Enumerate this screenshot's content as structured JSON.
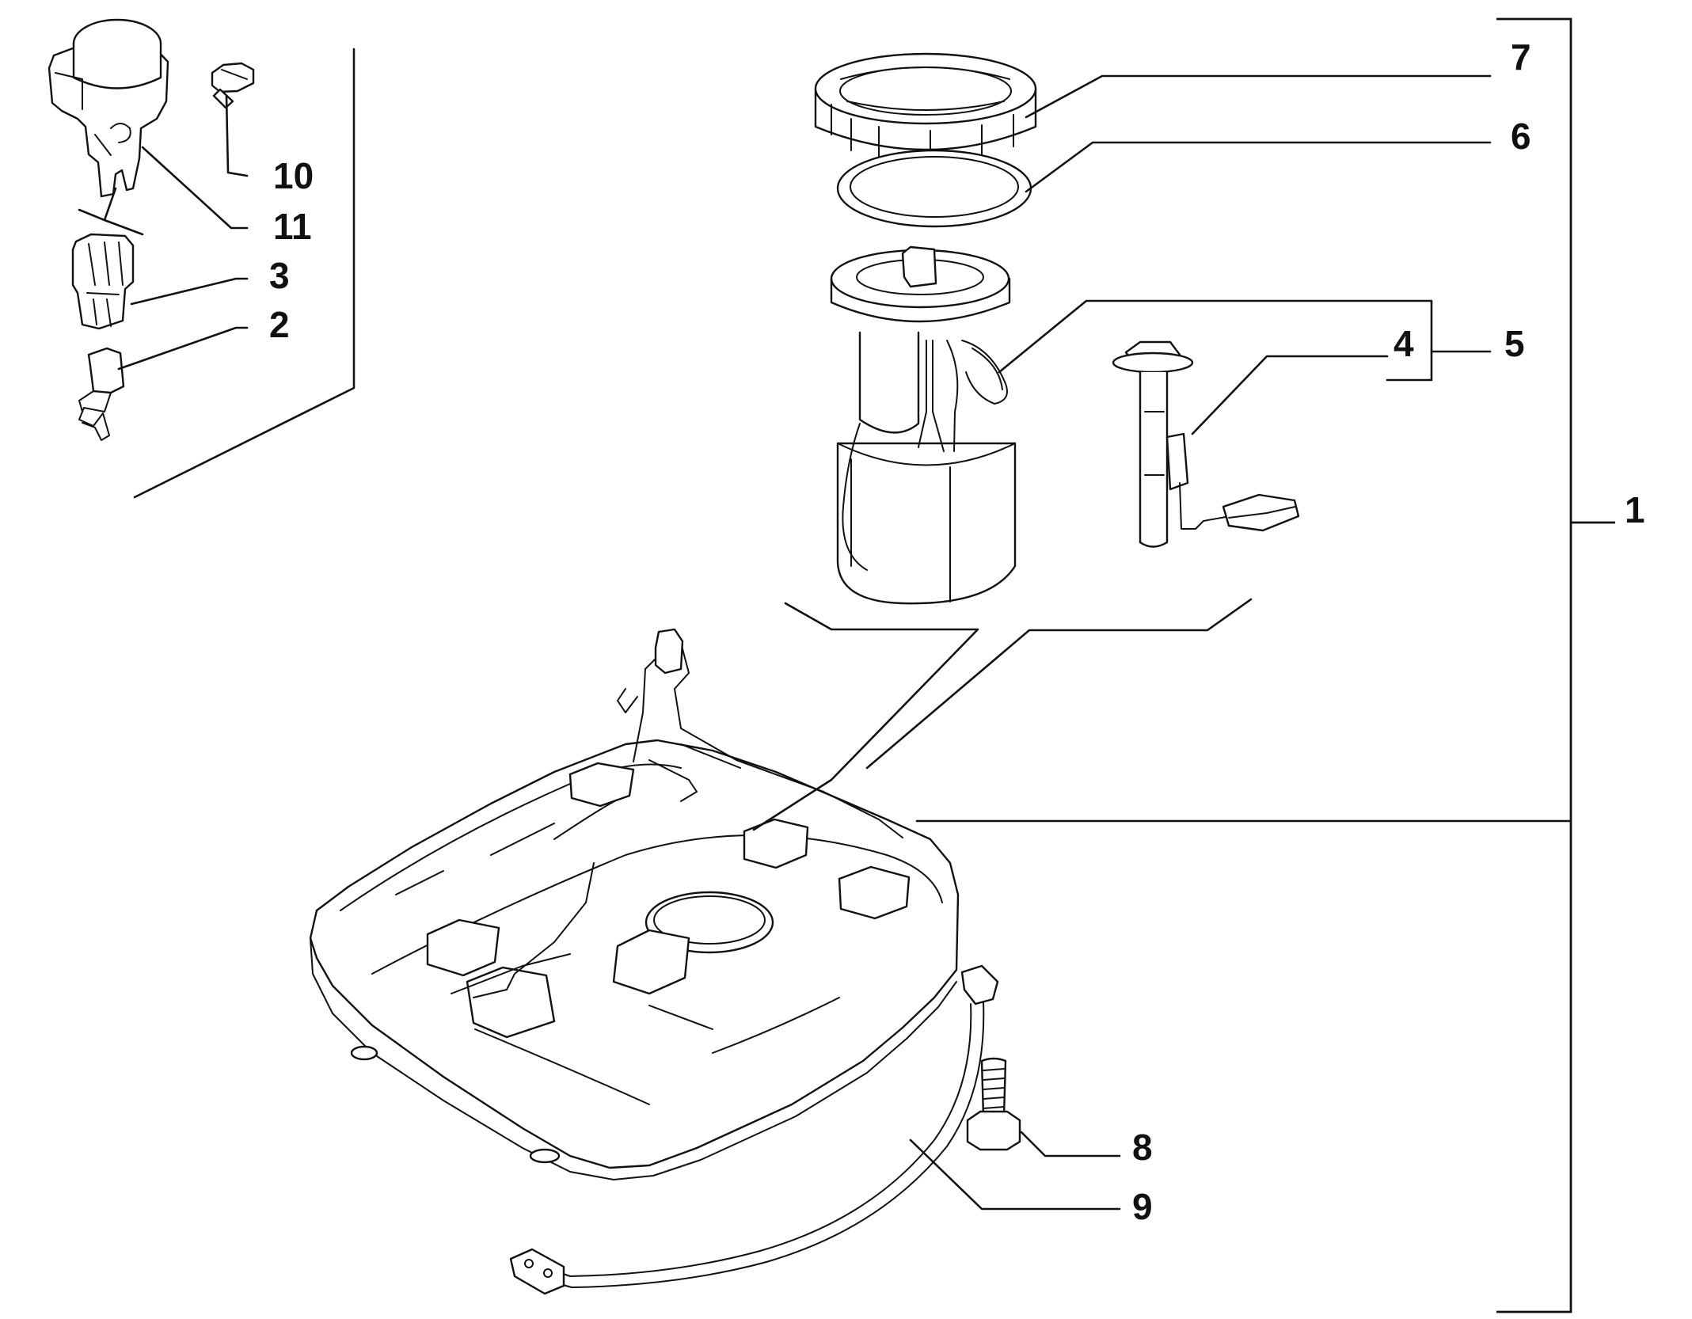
{
  "colors": {
    "line": "#111111",
    "background": "#ffffff"
  },
  "callouts": {
    "c1": "1",
    "c2": "2",
    "c3": "3",
    "c4": "4",
    "c5": "5",
    "c6": "6",
    "c7": "7",
    "c8": "8",
    "c9": "9",
    "c10": "10",
    "c11": "11"
  }
}
